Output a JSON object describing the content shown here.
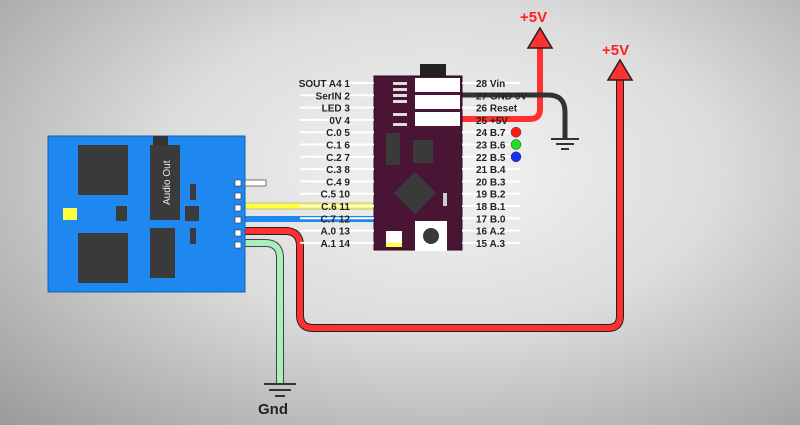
{
  "power_labels": {
    "vcc_top": "+5V",
    "vcc_right": "+5V",
    "ground": "Gnd"
  },
  "module": {
    "jack_label": "Audio Out",
    "color": "#1e88f0"
  },
  "chip": {
    "color": "#4a1535",
    "left_pins": [
      "SOUT A4 1",
      "SerIN 2",
      "LED 3",
      "0V 4",
      "C.0  5",
      "C.1  6",
      "C.2  7",
      "C.3  8",
      "C.4  9",
      "C.5  10",
      "C.6  11",
      "C.7  12",
      "A.0  13",
      "A.1  14"
    ],
    "right_pins": [
      "28  Vin",
      "27  GND 0V",
      "26  Reset",
      "25  +5V",
      "24  B.7",
      "23  B.6",
      "22  B.5",
      "21  B.4",
      "20  B.3",
      "19  B.2",
      "18  B.1",
      "17  B.0",
      "16  A.2",
      "15  A.3"
    ],
    "leds": [
      {
        "pin": "B.7",
        "color": "#ff1a1a"
      },
      {
        "pin": "B.6",
        "color": "#22dd22"
      },
      {
        "pin": "B.5",
        "color": "#1133ee"
      }
    ]
  },
  "wire_colors": {
    "power": "#ff3030",
    "ground_wire": "#a8f0b8",
    "signal1": "#ffff40",
    "signal2": "#1e88f0",
    "gnd_chip": "#333333"
  }
}
